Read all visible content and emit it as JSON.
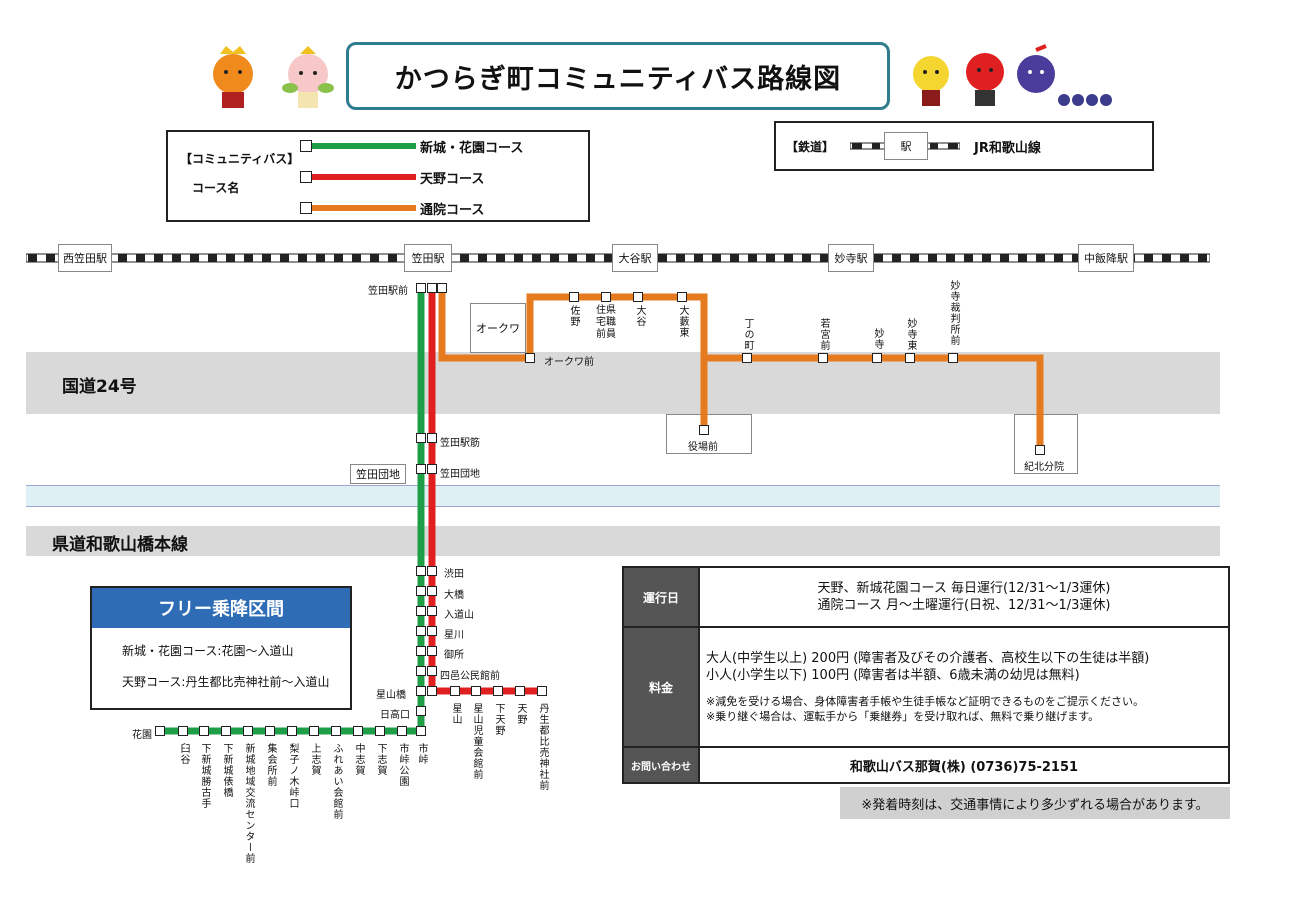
{
  "title": "かつらぎ町コミュニティバス路線図",
  "legend": {
    "label_bus": "【コミュニティバス】",
    "label_course": "コース名",
    "courses": [
      {
        "name": "新城・花園コース",
        "color": "#1f9e48"
      },
      {
        "name": "天野コース",
        "color": "#e02020"
      },
      {
        "name": "通院コース",
        "color": "#e67a1e"
      }
    ]
  },
  "rail_legend": {
    "label": "【鉄道】",
    "station": "駅",
    "line": "JR和歌山線"
  },
  "rail_stations": [
    "西笠田駅",
    "笠田駅",
    "大谷駅",
    "妙寺駅",
    "中飯降駅"
  ],
  "roads": {
    "route24": "国道24号",
    "prefectural": "県道和歌山橋本線"
  },
  "landmarks": {
    "okuwa": "オークワ",
    "kasada_danchi": "笠田団地"
  },
  "stops": {
    "kasada_eki_mae": "笠田駅前",
    "kasada_eki_suji": "笠田駅筋",
    "kasada_danchi": "笠田団地",
    "okuwa_mae": "オークワ前",
    "sano": "佐野",
    "juken_shokuin": "住県宅職前員",
    "otani": "大谷",
    "oyabu_higashi": "大藪東",
    "chonomachi": "丁の町",
    "wakamiya_mae": "若宮前",
    "myoji": "妙寺",
    "myoji_higashi": "妙寺東",
    "myoji_saibansho": "妙寺裁判所前",
    "yakuba_mae": "役場前",
    "kihoku_bunin": "紀北分院",
    "shibuta": "渋田",
    "ohashi": "大橋",
    "nyudoyama": "入道山",
    "hoshikawa": "星川",
    "gosho": "御所",
    "shiyu_kouminkan": "四邑公民館前",
    "hoshiyamabashi": "星山橋",
    "hidakaguchi": "日高口",
    "hanazono": "花園",
    "south_stops": [
      "臼谷",
      "下新城勝古手",
      "下新城俵橋",
      "新城地域交流センター前",
      "集会所前",
      "梨子ノ木峠口",
      "上志賀",
      "ふれあい会館前",
      "中志賀",
      "下志賀",
      "市峠公園",
      "市峠"
    ],
    "amano_stops": [
      "星山",
      "星山児童会館前",
      "下天野",
      "天野",
      "丹生都比売神社前"
    ]
  },
  "free_zone": {
    "heading": "フリー乗降区間",
    "rows": [
      "新城・花園コース:花園～入道山",
      "天野コース:丹生都比売神社前～入道山"
    ]
  },
  "info": {
    "days_label": "運行日",
    "days": [
      "天野、新城花園コース 毎日運行(12/31～1/3運休)",
      "通院コース 月～土曜運行(日祝、12/31～1/3運休)"
    ],
    "fare_label": "料金",
    "fares": [
      "大人(中学生以上) 200円 (障害者及びその介護者、高校生以下の生徒は半額)",
      "小人(小学生以下) 100円 (障害者は半額、6歳未満の幼児は無料)"
    ],
    "fare_notes": [
      "※減免を受ける場合、身体障害者手帳や生徒手帳など証明できるものをご提示ください。",
      "※乗り継ぐ場合は、運転手から「乗継券」を受け取れば、無料で乗り継げます。"
    ],
    "contact_label": "お問い合わせ",
    "contact": "和歌山バス那賀(株) (0736)75-2151"
  },
  "note": "※発着時刻は、交通事情により多少ずれる場合があります。",
  "colors": {
    "green": "#1f9e48",
    "red": "#e02020",
    "orange": "#e67a1e",
    "title_border": "#2e7d8f",
    "free_head": "#2e6db5"
  },
  "icons": [
    "mascot-persimmon-icon",
    "mascot-peach-icon",
    "mascot-yuzu-icon",
    "mascot-apple-icon",
    "mascot-grape-icon"
  ]
}
